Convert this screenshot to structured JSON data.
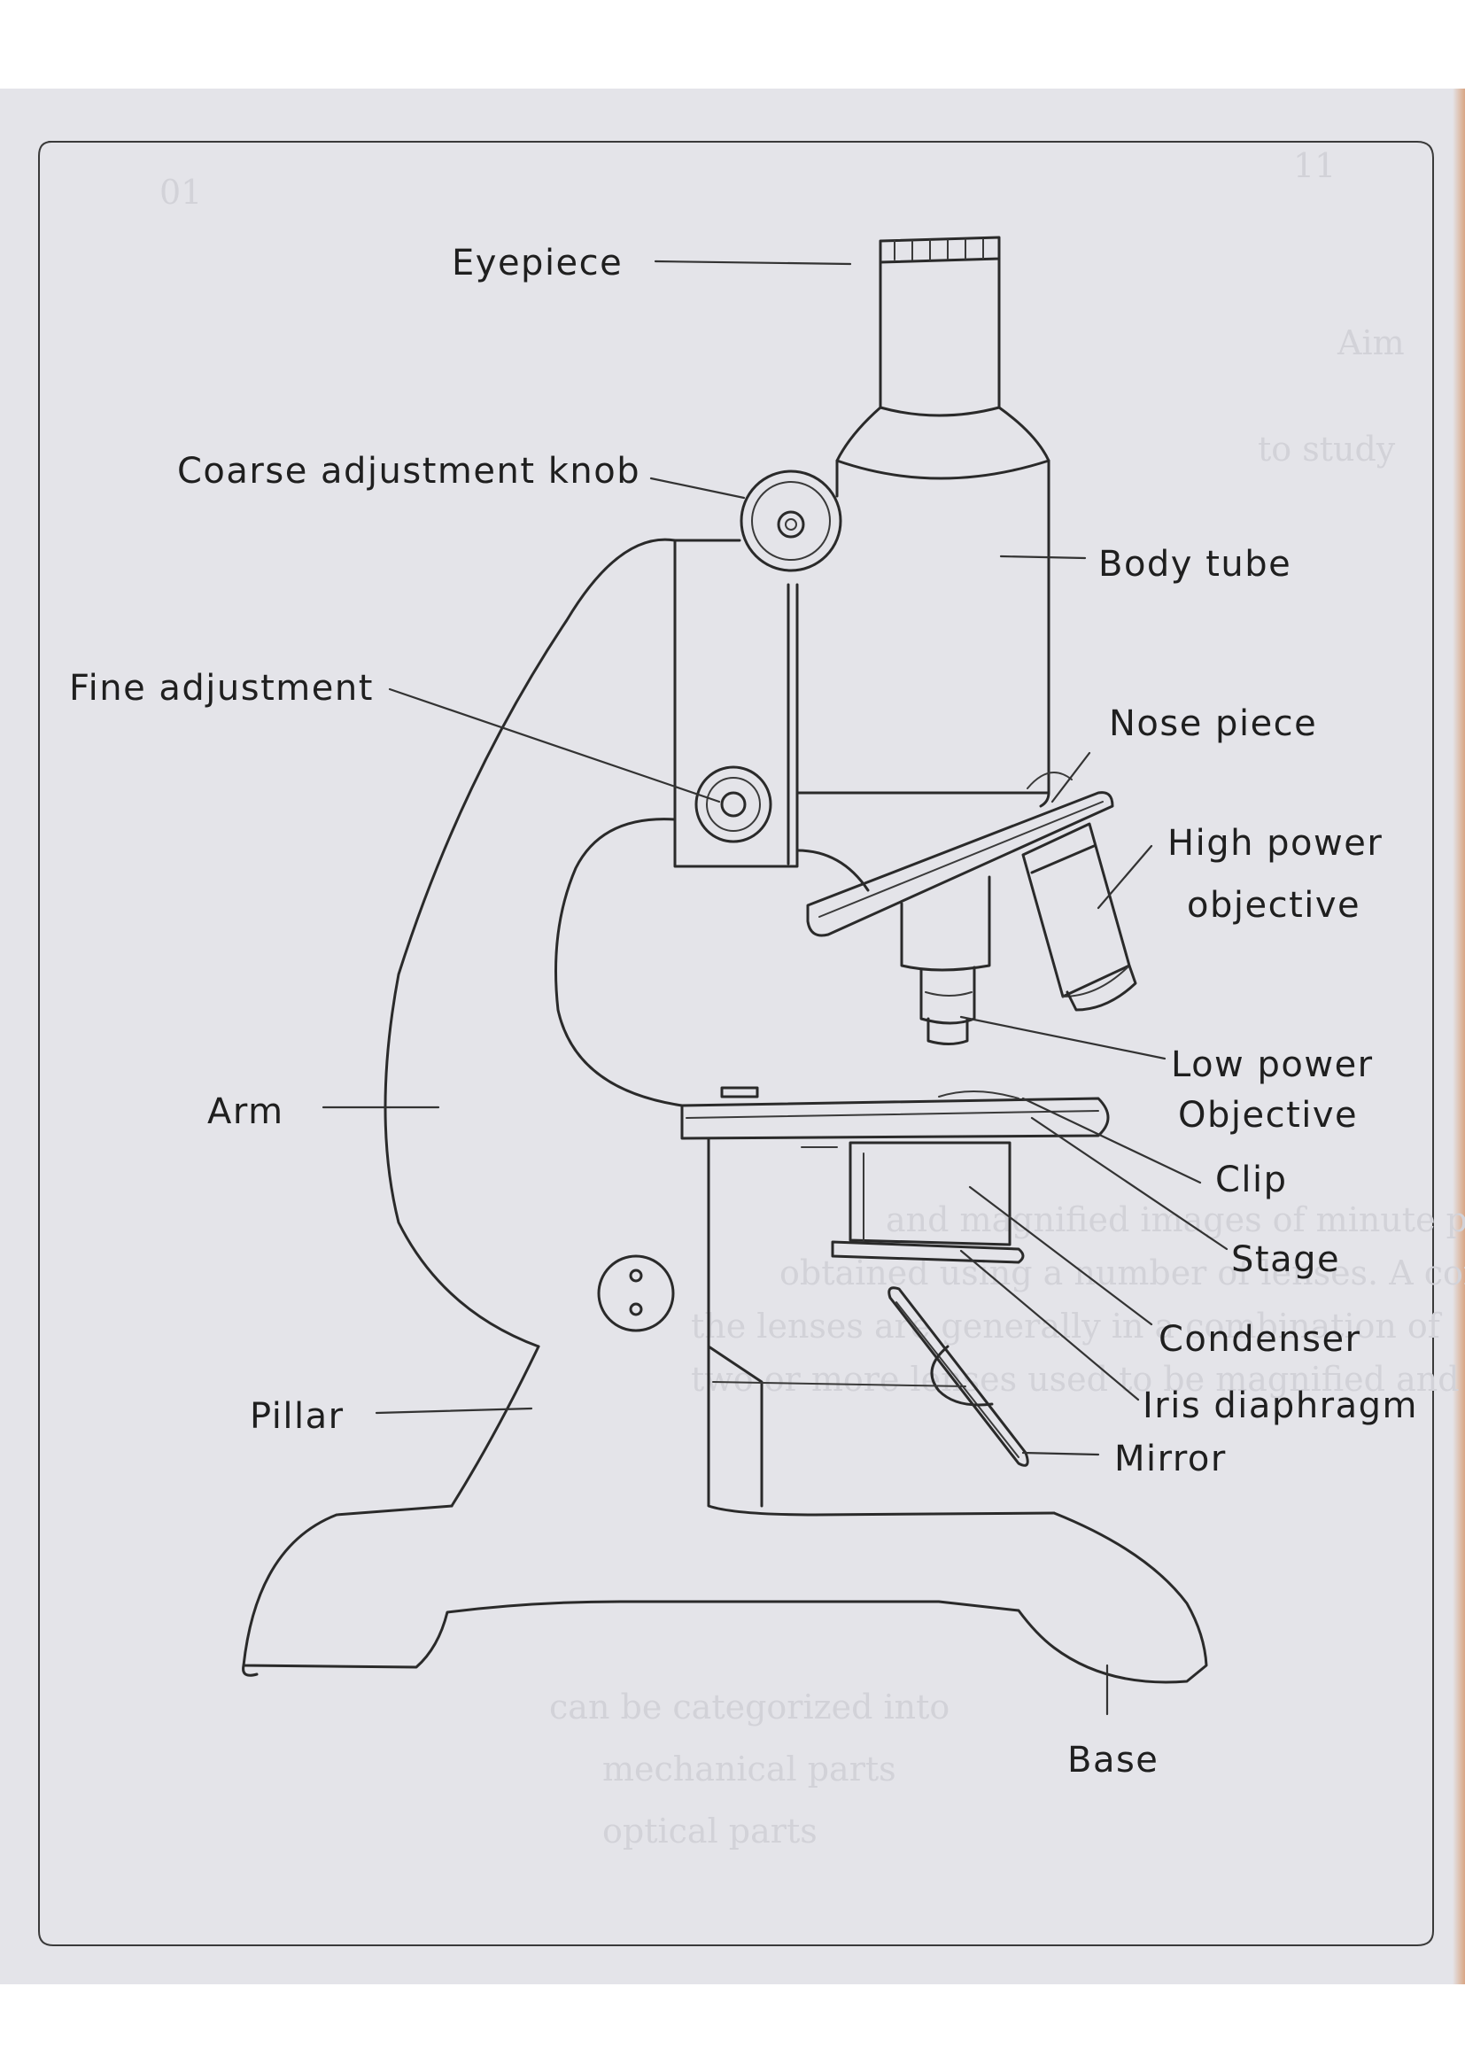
{
  "diagram": {
    "labels": {
      "eyepiece": "Eyepiece",
      "coarse_adjustment_knob": "Coarse adjustment knob",
      "body_tube": "Body tube",
      "fine_adjustment": "Fine adjustment",
      "nose_piece": "Nose piece",
      "high_power_objective_line1": "High power",
      "high_power_objective_line2": "objective",
      "low_power_objective_line1": "Low power",
      "low_power_objective_line2": "Objective",
      "arm": "Arm",
      "clip": "Clip",
      "stage": "Stage",
      "condenser": "Condenser",
      "iris_diaphragm": "Iris diaphragm",
      "pillar": "Pillar",
      "mirror": "Mirror",
      "base": "Base"
    }
  }
}
